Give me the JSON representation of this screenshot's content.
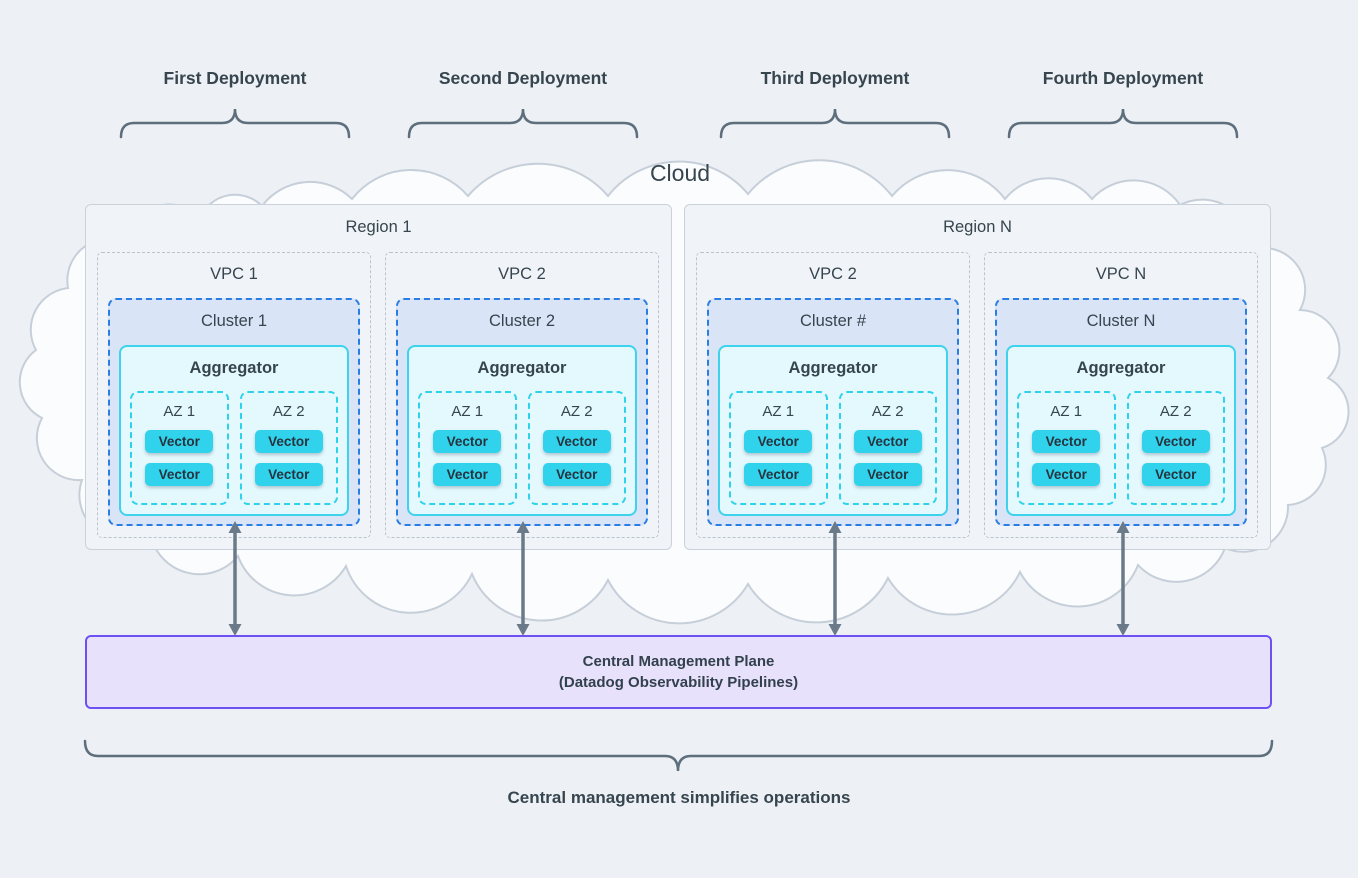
{
  "deployments": [
    {
      "label": "First Deployment"
    },
    {
      "label": "Second Deployment"
    },
    {
      "label": "Third Deployment"
    },
    {
      "label": "Fourth Deployment"
    }
  ],
  "cloud_label": "Cloud",
  "regions": [
    {
      "title": "Region 1",
      "vpcs": [
        {
          "title": "VPC 1",
          "cluster": {
            "title": "Cluster 1",
            "aggregator": {
              "title": "Aggregator",
              "azs": [
                {
                  "title": "AZ 1",
                  "vectors": [
                    "Vector",
                    "Vector"
                  ]
                },
                {
                  "title": "AZ 2",
                  "vectors": [
                    "Vector",
                    "Vector"
                  ]
                }
              ]
            }
          }
        },
        {
          "title": "VPC 2",
          "cluster": {
            "title": "Cluster 2",
            "aggregator": {
              "title": "Aggregator",
              "azs": [
                {
                  "title": "AZ 1",
                  "vectors": [
                    "Vector",
                    "Vector"
                  ]
                },
                {
                  "title": "AZ 2",
                  "vectors": [
                    "Vector",
                    "Vector"
                  ]
                }
              ]
            }
          }
        }
      ]
    },
    {
      "title": "Region N",
      "vpcs": [
        {
          "title": "VPC 2",
          "cluster": {
            "title": "Cluster #",
            "aggregator": {
              "title": "Aggregator",
              "azs": [
                {
                  "title": "AZ 1",
                  "vectors": [
                    "Vector",
                    "Vector"
                  ]
                },
                {
                  "title": "AZ 2",
                  "vectors": [
                    "Vector",
                    "Vector"
                  ]
                }
              ]
            }
          }
        },
        {
          "title": "VPC N",
          "cluster": {
            "title": "Cluster N",
            "aggregator": {
              "title": "Aggregator",
              "azs": [
                {
                  "title": "AZ 1",
                  "vectors": [
                    "Vector",
                    "Vector"
                  ]
                },
                {
                  "title": "AZ 2",
                  "vectors": [
                    "Vector",
                    "Vector"
                  ]
                }
              ]
            }
          }
        }
      ]
    }
  ],
  "management_plane": {
    "line1": "Central Management Plane",
    "line2": "(Datadog Observability Pipelines)"
  },
  "caption": "Central management simplifies operations",
  "colors": {
    "background": "#edf1f5",
    "cloud_fill": "#fbfcfe",
    "cloud_stroke": "#c6cfd9",
    "region_fill": "#f0f4f8",
    "region_border": "#c9d2da",
    "vpc_border": "#b9c4ce",
    "cluster_fill": "#d9e4f6",
    "cluster_border": "#2a7de2",
    "aggregator_fill": "#e4f9fd",
    "aggregator_border": "#3dd3ec",
    "az_border": "#2fd2ea",
    "vector_fill": "#30d3eb",
    "arrow": "#6b7a88",
    "plane_fill": "#e7e1fc",
    "plane_border": "#6e51f2",
    "text_dark": "#36454e"
  }
}
